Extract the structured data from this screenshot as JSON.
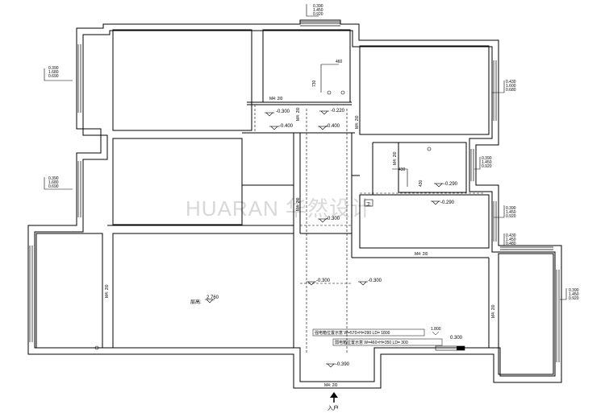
{
  "watermark": "HUARAN 华然设计",
  "levels": {
    "l1": "-0.300",
    "l2": "-0.220",
    "l3": "-0.400",
    "l4": "-0.400",
    "l5": "-0.290",
    "l6": "-0.290",
    "l7": "-0.300",
    "l8": "-0.300",
    "l9": "-0.300",
    "l10": "-0.390",
    "l11": "0.300"
  },
  "dims": {
    "d460": "460",
    "d730": "730",
    "d430": "430",
    "d430b": "430"
  },
  "doors": {
    "top": "M4: 2l0",
    "v1": "M4: 2l0",
    "v2": "M4: 2l0",
    "v3": "M4: 2l0",
    "v4": "M4: 2l0",
    "bath": "M4: 2l0",
    "right": "M4: 2l0",
    "left": "M4: 2l0",
    "entry": "M4: 2l0"
  },
  "windows": {
    "top": [
      "0.390",
      "1.450",
      "0.920"
    ],
    "left1": [
      "0.390",
      "1.680",
      "0.690"
    ],
    "left2": [
      "0.390",
      "1.680",
      "0.690"
    ],
    "right1": [
      "0.430",
      "1.600",
      "0.680"
    ],
    "right2": [
      "0.390",
      "1.450",
      "0.920"
    ],
    "right3": [
      "0.390",
      "1.450",
      "0.920"
    ],
    "right4": [
      "0.430",
      "1.450",
      "0.480"
    ],
    "right5": [
      "0.390",
      "1.450",
      "0.920"
    ]
  },
  "height_label": "层高:",
  "height_value": "2.760",
  "note1": "强电箱位置示意 W=570×H=290  LD= 1800",
  "note2": "弱电箱位置示意 W=460×H=350  LD= 300",
  "note_level": "1.800",
  "entry_label": "入户",
  "bath_tag": "卫"
}
